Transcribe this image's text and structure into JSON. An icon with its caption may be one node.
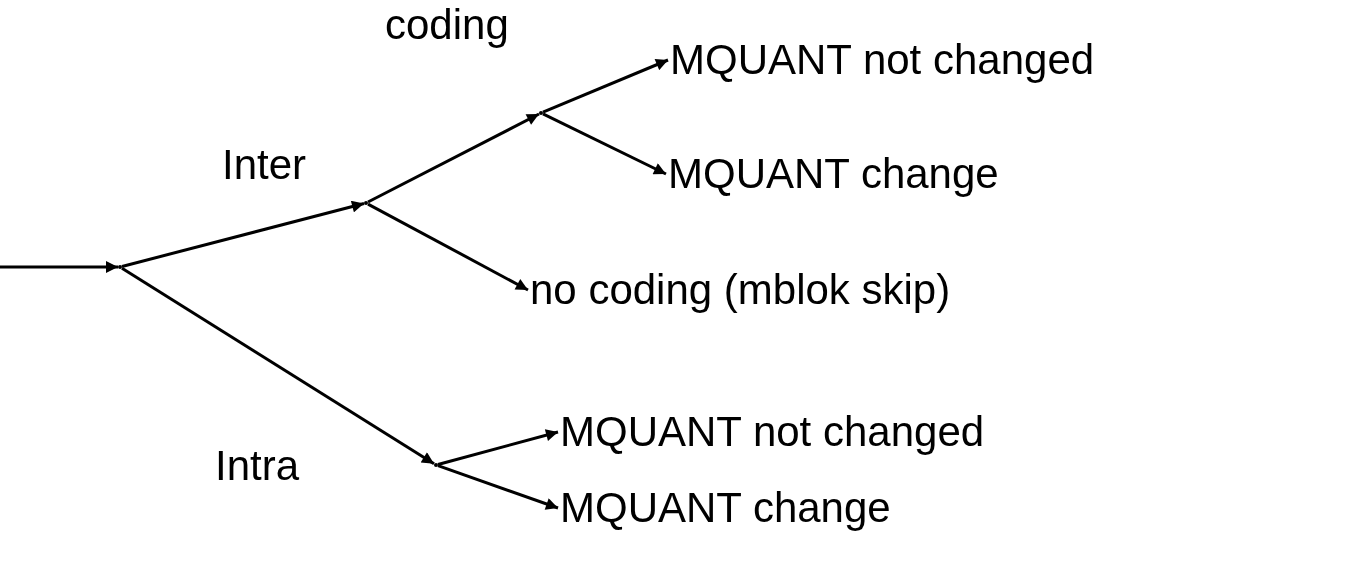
{
  "diagram": {
    "nodes": [
      {
        "text": [],
        "shape": "point"
      },
      {
        "text": [],
        "shape": "point"
      },
      {
        "text": [],
        "shape": "point"
      },
      {
        "text": [
          "MQUANT not changed"
        ]
      },
      {
        "text": [
          "MQUANT change"
        ]
      },
      {
        "text": [
          "no coding (mblok skip)"
        ]
      },
      {
        "text": [],
        "shape": "point"
      },
      {
        "text": [
          "MQUANT not changed"
        ]
      },
      {
        "text": [
          "MQUANT change"
        ]
      }
    ],
    "edges": [
      {
        "from": null,
        "to": 0,
        "arrow": "to"
      },
      {
        "from": 0,
        "to": 1,
        "arrow": "to",
        "label": "Inter"
      },
      {
        "from": 1,
        "to": 2,
        "arrow": "to",
        "label": "coding"
      },
      {
        "from": 2,
        "to": 3,
        "arrow": "to"
      },
      {
        "from": 2,
        "to": 4,
        "arrow": "to"
      },
      {
        "from": 1,
        "to": 5,
        "arrow": "to"
      },
      {
        "from": 0,
        "to": 6,
        "arrow": "to",
        "label": "Intra"
      },
      {
        "from": 6,
        "to": 7,
        "arrow": "to"
      },
      {
        "from": 6,
        "to": 8,
        "arrow": "to"
      }
    ]
  }
}
